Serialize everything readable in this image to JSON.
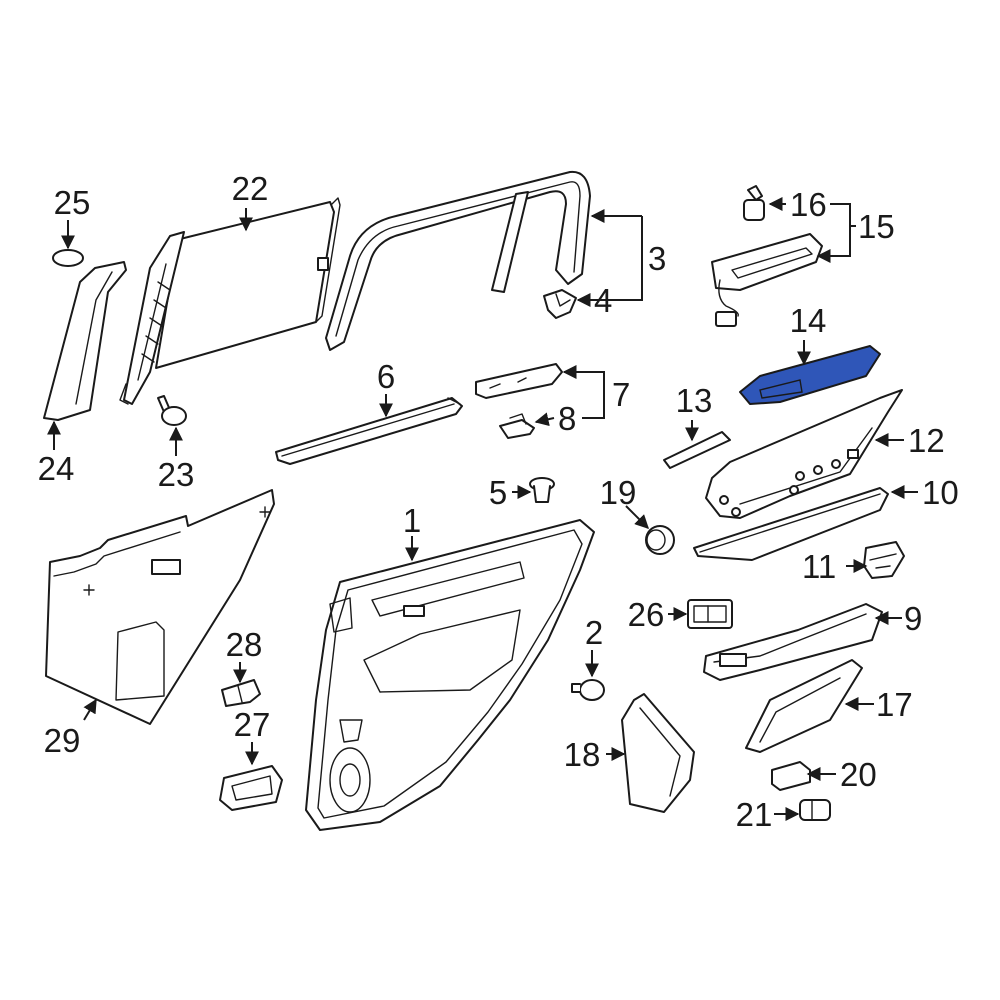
{
  "highlight_color": "#2f56b8",
  "parts": [
    {
      "number": "1"
    },
    {
      "number": "2"
    },
    {
      "number": "3"
    },
    {
      "number": "4"
    },
    {
      "number": "5"
    },
    {
      "number": "6"
    },
    {
      "number": "7"
    },
    {
      "number": "8"
    },
    {
      "number": "9"
    },
    {
      "number": "10"
    },
    {
      "number": "11"
    },
    {
      "number": "12"
    },
    {
      "number": "13"
    },
    {
      "number": "14",
      "highlighted": true
    },
    {
      "number": "15"
    },
    {
      "number": "16"
    },
    {
      "number": "17"
    },
    {
      "number": "18"
    },
    {
      "number": "19"
    },
    {
      "number": "20"
    },
    {
      "number": "21"
    },
    {
      "number": "22"
    },
    {
      "number": "23"
    },
    {
      "number": "24"
    },
    {
      "number": "25"
    },
    {
      "number": "26"
    },
    {
      "number": "27"
    },
    {
      "number": "28"
    },
    {
      "number": "29"
    }
  ]
}
